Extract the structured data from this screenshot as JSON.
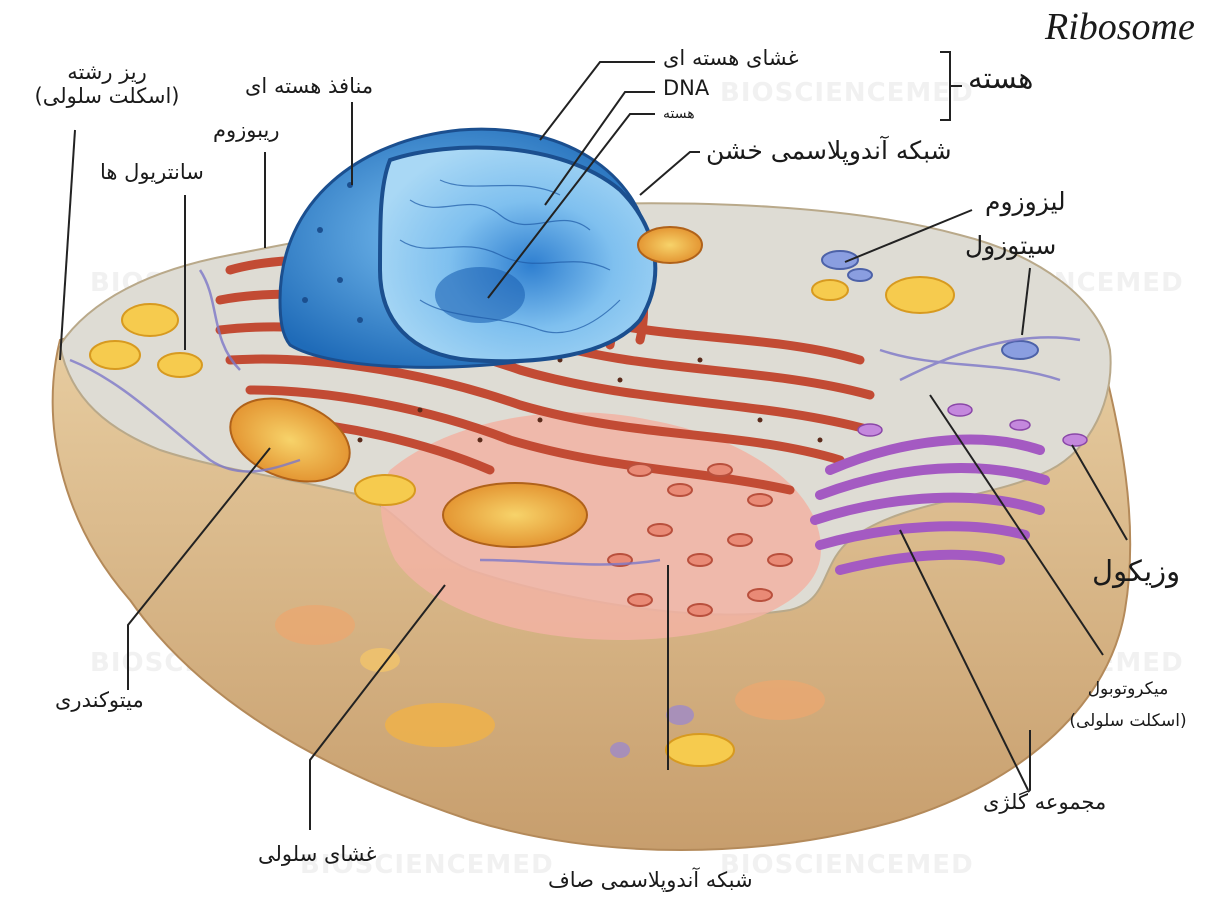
{
  "title": "Ribosome",
  "watermark": "BIOSCIENCEMED",
  "labels": {
    "nucleus_group": "هسته",
    "nuclear_envelope": "غشای هسته ای",
    "dna": "DNA",
    "nucleolus": "هسته",
    "nuclear_pores": "منافذ هسته ای",
    "ribosome": "ریبوزوم",
    "microfilament_line1": "ریز رشته",
    "microfilament_line2": "(اسکلت سلولی)",
    "centrioles": "سانتریول ها",
    "rough_er": "شبکه آندوپلاسمی خشن",
    "lysosome": "لیزوزوم",
    "cytosol": "سیتوزول",
    "vesicle": "وزیکول",
    "microtubule_line1": "میکروتوبول",
    "microtubule_line2": "(اسکلت سلولی)",
    "golgi": "مجموعه گلژی",
    "smooth_er": "شبکه آندوپلاسمی صاف",
    "cell_membrane": "غشای سلولی",
    "mitochondria": "میتوکندری"
  },
  "colors": {
    "cytoplasm": "#ead7b4",
    "cytoplasm_top": "#dcdcd6",
    "cell_side": "#dcb98a",
    "nucleus": "#3d8fd6",
    "nucleoplasm": "#8cc6ef",
    "rough_er": "#c9563f",
    "smooth_er": "#e89a86",
    "golgi": "#b66bd1",
    "mitochondria": "#f0a83a",
    "vesicle": "#f5c84a",
    "lysosome": "#7f93d6",
    "leader_line": "#222222"
  }
}
